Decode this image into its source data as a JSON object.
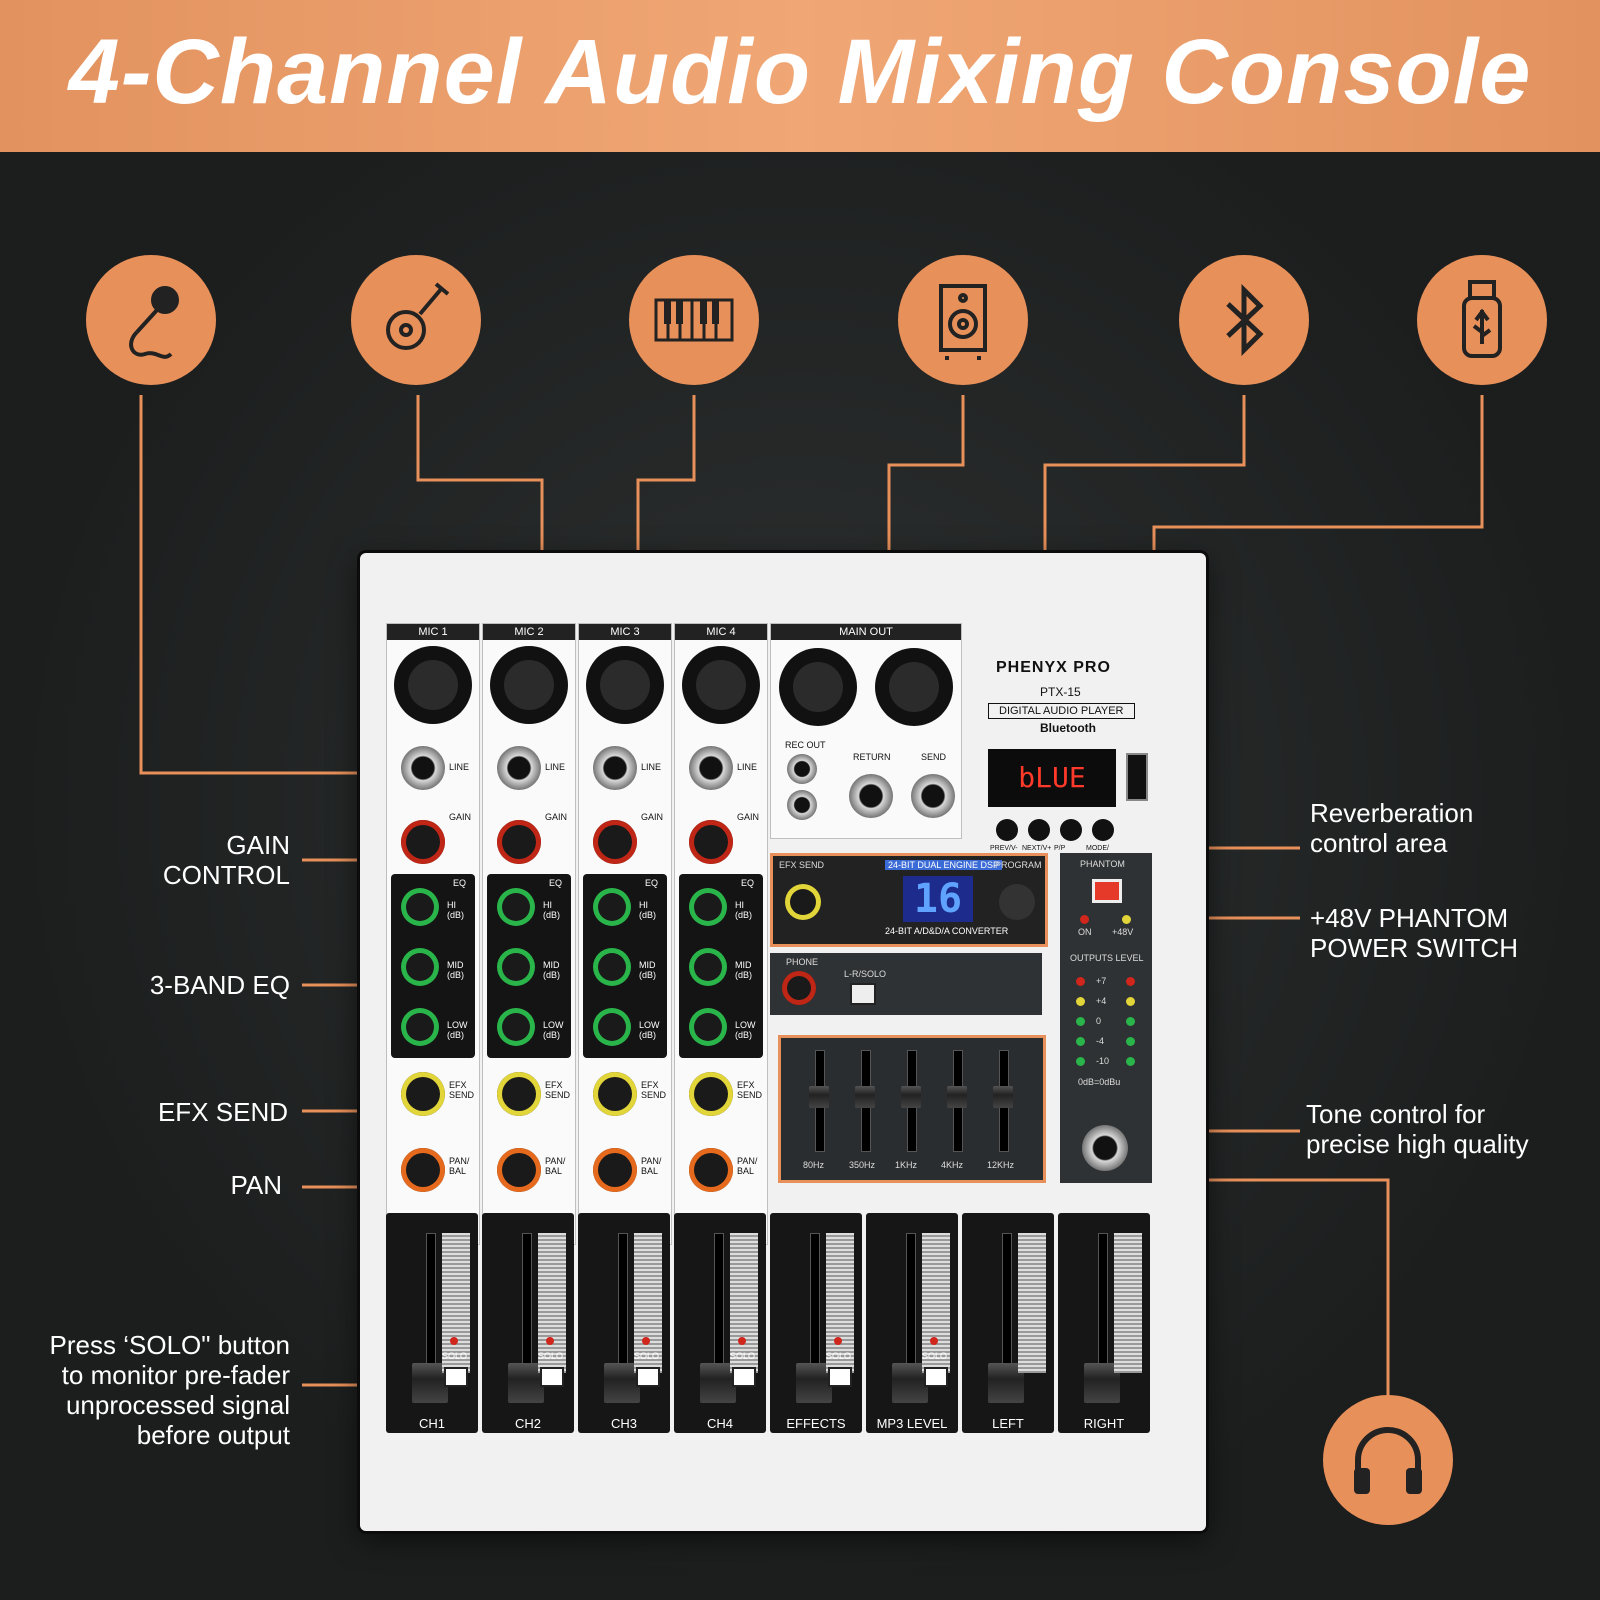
{
  "banner": {
    "title": "4-Channel Audio Mixing Console"
  },
  "icons": [
    "microphone-icon",
    "guitar-icon",
    "keyboard-icon",
    "speaker-icon",
    "bluetooth-icon",
    "usb-drive-icon",
    "headphones-icon"
  ],
  "colors": {
    "accent": "#e8905a",
    "background": "#1f2121",
    "panel": "#f1f1f1"
  },
  "callouts": {
    "gain": "GAIN\nCONTROL",
    "eq": "3-BAND EQ",
    "efx": "EFX SEND",
    "pan": "PAN",
    "solo": "Press ‘SOLO\" button\nto monitor pre-fader\nunprocessed signal\nbefore output",
    "reverb": "Reverberation\ncontrol area",
    "phantom": "+48V PHANTOM\nPOWER SWITCH",
    "tone": "Tone control for\nprecise high quality"
  },
  "console": {
    "brand": "PHENYX PRO",
    "model": "PTX-15",
    "player_title": "DIGITAL AUDIO PLAYER",
    "bluetooth_label": "Bluetooth",
    "player_display": "bLUE",
    "player_buttons": [
      "PREV/V-",
      "NEXT/V+",
      "P/P",
      "MODE/"
    ],
    "mic_labels": [
      "MIC 1",
      "MIC 2",
      "MIC 3",
      "MIC 4"
    ],
    "main_out": "MAIN OUT",
    "main_out_sides": [
      "LEFT",
      "RIGHT"
    ],
    "line_label": "LINE",
    "gain_label": "GAIN",
    "eq_label": "EQ",
    "eq_bands": [
      "HI (dB)",
      "MID (dB)",
      "LOW (dB)"
    ],
    "efx_label": "EFX SEND",
    "pan_label": "PAN/ BAL",
    "rec_out": "REC OUT",
    "return_label": "RETURN",
    "send_label": "SEND",
    "dsp_title": "24-BIT DUAL ENGINE DSP",
    "dsp_sub": "24-BIT A/D&D/A CONVERTER",
    "dsp_value": "16",
    "efx_send_label": "EFX SEND",
    "program_label": "PROGRAM",
    "phone_label": "PHONE",
    "lr_solo": "L-R/SOLO",
    "phantom_label": "PHANTOM",
    "phantom_leds": [
      "ON",
      "+48V"
    ],
    "outputs_level": "OUTPUTS LEVEL",
    "meter_marks": [
      "+7",
      "+4",
      "0",
      "-4",
      "-10"
    ],
    "meter_ref": "0dB=0dBu",
    "geq_freqs": [
      "80Hz",
      "350Hz",
      "1KHz",
      "4KHz",
      "12KHz"
    ],
    "solo_label": "SOLO",
    "faders": [
      "CH1",
      "CH2",
      "CH3",
      "CH4",
      "EFFECTS",
      "MP3 LEVEL",
      "LEFT",
      "RIGHT"
    ]
  }
}
